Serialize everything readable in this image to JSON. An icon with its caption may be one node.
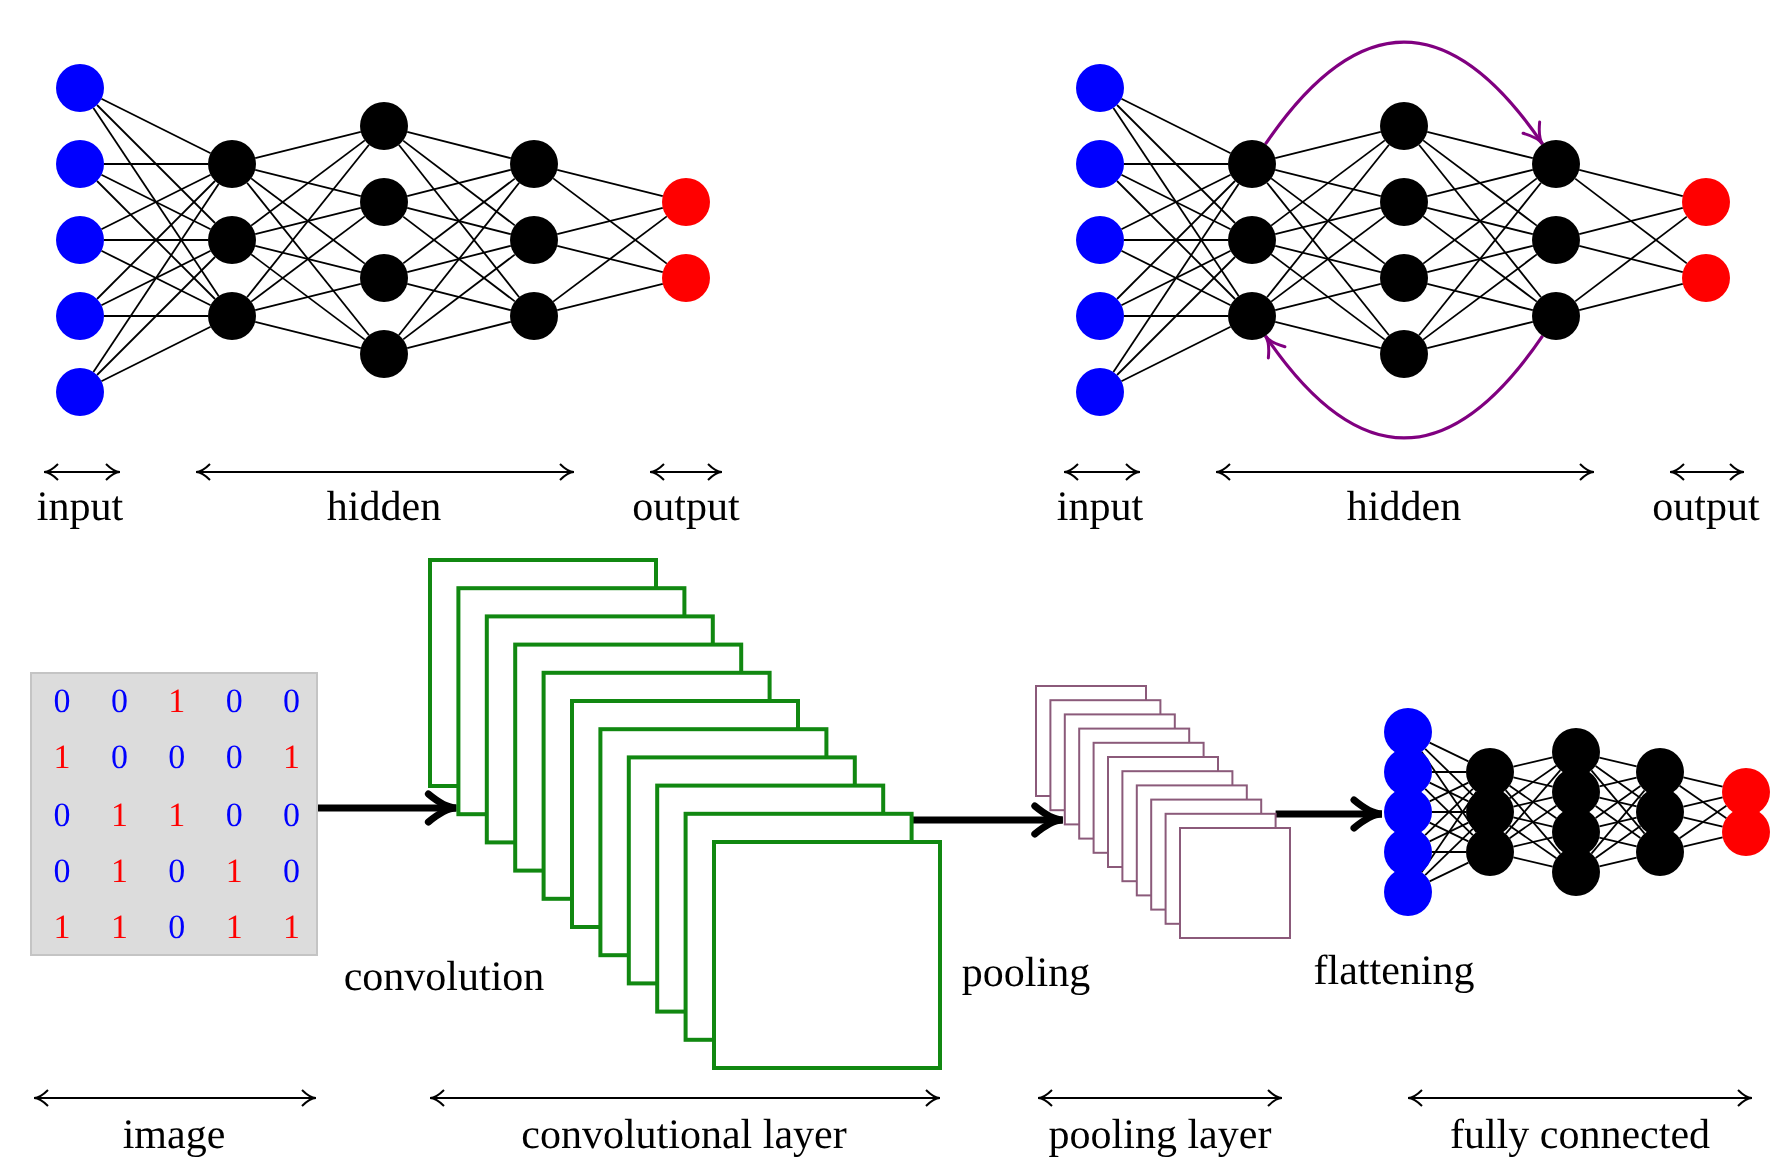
{
  "diagram": {
    "nodes": [
      {
        "text": [],
        "shape": "circle"
      },
      {
        "text": [],
        "shape": "circle"
      },
      {
        "text": [],
        "shape": "circle"
      },
      {
        "text": [],
        "shape": "circle"
      },
      {
        "text": [],
        "shape": "circle"
      },
      {
        "text": [],
        "shape": "circle"
      },
      {
        "text": [],
        "shape": "circle"
      },
      {
        "text": [],
        "shape": "circle"
      },
      {
        "text": [],
        "shape": "circle"
      },
      {
        "text": [],
        "shape": "circle"
      },
      {
        "text": [],
        "shape": "circle"
      },
      {
        "text": [],
        "shape": "circle"
      },
      {
        "text": [],
        "shape": "circle"
      },
      {
        "text": [],
        "shape": "circle"
      },
      {
        "text": [],
        "shape": "circle"
      },
      {
        "text": [],
        "shape": "circle"
      },
      {
        "text": [],
        "shape": "circle"
      },
      {
        "text": [],
        "shape": "circle"
      },
      {
        "text": [],
        "shape": "circle"
      },
      {
        "text": [],
        "shape": "circle"
      },
      {
        "text": [],
        "shape": "circle"
      },
      {
        "text": [],
        "shape": "circle"
      },
      {
        "text": [],
        "shape": "circle"
      },
      {
        "text": [],
        "shape": "circle"
      },
      {
        "text": [],
        "shape": "circle"
      },
      {
        "text": [],
        "shape": "circle"
      },
      {
        "text": [],
        "shape": "circle"
      },
      {
        "text": [],
        "shape": "circle"
      },
      {
        "text": [],
        "shape": "circle"
      },
      {
        "text": [],
        "shape": "circle"
      },
      {
        "text": [],
        "shape": "circle"
      },
      {
        "text": [],
        "shape": "circle"
      },
      {
        "text": [],
        "shape": "circle"
      },
      {
        "text": [],
        "shape": "circle"
      },
      {
        "text": [
          "0",
          "0",
          "1",
          "0",
          "0",
          "1",
          "0",
          "0",
          "0",
          "1",
          "0",
          "1",
          "1",
          "0",
          "0",
          "0",
          "1",
          "0",
          "1",
          "0",
          "1",
          "1",
          "0",
          "1",
          "1"
        ]
      },
      {
        "text": [],
        "shape": "box"
      },
      {
        "text": [],
        "shape": "box"
      },
      {
        "text": [],
        "shape": "circle"
      },
      {
        "text": [],
        "shape": "circle"
      },
      {
        "text": [],
        "shape": "circle"
      },
      {
        "text": [],
        "shape": "circle"
      },
      {
        "text": [],
        "shape": "circle"
      },
      {
        "text": [],
        "shape": "circle"
      },
      {
        "text": [],
        "shape": "circle"
      },
      {
        "text": [],
        "shape": "circle"
      },
      {
        "text": [],
        "shape": "circle"
      },
      {
        "text": [],
        "shape": "circle"
      },
      {
        "text": [],
        "shape": "circle"
      },
      {
        "text": [],
        "shape": "circle"
      },
      {
        "text": [],
        "shape": "circle"
      },
      {
        "text": [],
        "shape": "circle"
      },
      {
        "text": [],
        "shape": "circle"
      },
      {
        "text": [],
        "shape": "circle"
      },
      {
        "text": [],
        "shape": "circle"
      }
    ],
    "edges": [
      {
        "from": 0,
        "to": 5,
        "arrow": "none"
      },
      {
        "from": 0,
        "to": 6,
        "arrow": "none"
      },
      {
        "from": 0,
        "to": 7,
        "arrow": "none"
      },
      {
        "from": 1,
        "to": 5,
        "arrow": "none"
      },
      {
        "from": 1,
        "to": 6,
        "arrow": "none"
      },
      {
        "from": 1,
        "to": 7,
        "arrow": "none"
      },
      {
        "from": 2,
        "to": 5,
        "arrow": "none"
      },
      {
        "from": 2,
        "to": 6,
        "arrow": "none"
      },
      {
        "from": 2,
        "to": 7,
        "arrow": "none"
      },
      {
        "from": 3,
        "to": 5,
        "arrow": "none"
      },
      {
        "from": 3,
        "to": 6,
        "arrow": "none"
      },
      {
        "from": 3,
        "to": 7,
        "arrow": "none"
      },
      {
        "from": 4,
        "to": 5,
        "arrow": "none"
      },
      {
        "from": 4,
        "to": 6,
        "arrow": "none"
      },
      {
        "from": 4,
        "to": 7,
        "arrow": "none"
      },
      {
        "from": 5,
        "to": 8,
        "arrow": "none"
      },
      {
        "from": 5,
        "to": 9,
        "arrow": "none"
      },
      {
        "from": 5,
        "to": 10,
        "arrow": "none"
      },
      {
        "from": 5,
        "to": 11,
        "arrow": "none"
      },
      {
        "from": 6,
        "to": 8,
        "arrow": "none"
      },
      {
        "from": 6,
        "to": 9,
        "arrow": "none"
      },
      {
        "from": 6,
        "to": 10,
        "arrow": "none"
      },
      {
        "from": 6,
        "to": 11,
        "arrow": "none"
      },
      {
        "from": 7,
        "to": 8,
        "arrow": "none"
      },
      {
        "from": 7,
        "to": 9,
        "arrow": "none"
      },
      {
        "from": 7,
        "to": 10,
        "arrow": "none"
      },
      {
        "from": 7,
        "to": 11,
        "arrow": "none"
      },
      {
        "from": 8,
        "to": 12,
        "arrow": "none"
      },
      {
        "from": 8,
        "to": 13,
        "arrow": "none"
      },
      {
        "from": 8,
        "to": 14,
        "arrow": "none"
      },
      {
        "from": 9,
        "to": 12,
        "arrow": "none"
      },
      {
        "from": 9,
        "to": 13,
        "arrow": "none"
      },
      {
        "from": 9,
        "to": 14,
        "arrow": "none"
      },
      {
        "from": 10,
        "to": 12,
        "arrow": "none"
      },
      {
        "from": 10,
        "to": 13,
        "arrow": "none"
      },
      {
        "from": 10,
        "to": 14,
        "arrow": "none"
      },
      {
        "from": 11,
        "to": 12,
        "arrow": "none"
      },
      {
        "from": 11,
        "to": 13,
        "arrow": "none"
      },
      {
        "from": 11,
        "to": 14,
        "arrow": "none"
      },
      {
        "from": 12,
        "to": 15,
        "arrow": "none"
      },
      {
        "from": 12,
        "to": 16,
        "arrow": "none"
      },
      {
        "from": 13,
        "to": 15,
        "arrow": "none"
      },
      {
        "from": 13,
        "to": 16,
        "arrow": "none"
      },
      {
        "from": 14,
        "to": 15,
        "arrow": "none"
      },
      {
        "from": 14,
        "to": 16,
        "arrow": "none"
      },
      {
        "from": 17,
        "to": 22,
        "arrow": "none"
      },
      {
        "from": 17,
        "to": 23,
        "arrow": "none"
      },
      {
        "from": 17,
        "to": 24,
        "arrow": "none"
      },
      {
        "from": 18,
        "to": 22,
        "arrow": "none"
      },
      {
        "from": 18,
        "to": 23,
        "arrow": "none"
      },
      {
        "from": 18,
        "to": 24,
        "arrow": "none"
      },
      {
        "from": 19,
        "to": 22,
        "arrow": "none"
      },
      {
        "from": 19,
        "to": 23,
        "arrow": "none"
      },
      {
        "from": 19,
        "to": 24,
        "arrow": "none"
      },
      {
        "from": 20,
        "to": 22,
        "arrow": "none"
      },
      {
        "from": 20,
        "to": 23,
        "arrow": "none"
      },
      {
        "from": 20,
        "to": 24,
        "arrow": "none"
      },
      {
        "from": 21,
        "to": 22,
        "arrow": "none"
      },
      {
        "from": 21,
        "to": 23,
        "arrow": "none"
      },
      {
        "from": 21,
        "to": 24,
        "arrow": "none"
      },
      {
        "from": 22,
        "to": 25,
        "arrow": "none"
      },
      {
        "from": 22,
        "to": 26,
        "arrow": "none"
      },
      {
        "from": 22,
        "to": 27,
        "arrow": "none"
      },
      {
        "from": 22,
        "to": 28,
        "arrow": "none"
      },
      {
        "from": 23,
        "to": 25,
        "arrow": "none"
      },
      {
        "from": 23,
        "to": 26,
        "arrow": "none"
      },
      {
        "from": 23,
        "to": 27,
        "arrow": "none"
      },
      {
        "from": 23,
        "to": 28,
        "arrow": "none"
      },
      {
        "from": 24,
        "to": 25,
        "arrow": "none"
      },
      {
        "from": 24,
        "to": 26,
        "arrow": "none"
      },
      {
        "from": 24,
        "to": 27,
        "arrow": "none"
      },
      {
        "from": 24,
        "to": 28,
        "arrow": "none"
      },
      {
        "from": 25,
        "to": 29,
        "arrow": "none"
      },
      {
        "from": 25,
        "to": 30,
        "arrow": "none"
      },
      {
        "from": 25,
        "to": 31,
        "arrow": "none"
      },
      {
        "from": 26,
        "to": 29,
        "arrow": "none"
      },
      {
        "from": 26,
        "to": 30,
        "arrow": "none"
      },
      {
        "from": 26,
        "to": 31,
        "arrow": "none"
      },
      {
        "from": 27,
        "to": 29,
        "arrow": "none"
      },
      {
        "from": 27,
        "to": 30,
        "arrow": "none"
      },
      {
        "from": 27,
        "to": 31,
        "arrow": "none"
      },
      {
        "from": 28,
        "to": 29,
        "arrow": "none"
      },
      {
        "from": 28,
        "to": 30,
        "arrow": "none"
      },
      {
        "from": 28,
        "to": 31,
        "arrow": "none"
      },
      {
        "from": 29,
        "to": 32,
        "arrow": "none"
      },
      {
        "from": 29,
        "to": 33,
        "arrow": "none"
      },
      {
        "from": 30,
        "to": 32,
        "arrow": "none"
      },
      {
        "from": 30,
        "to": 33,
        "arrow": "none"
      },
      {
        "from": 31,
        "to": 32,
        "arrow": "none"
      },
      {
        "from": 31,
        "to": 33,
        "arrow": "none"
      },
      {
        "from": 22,
        "to": 29,
        "arrow": "to",
        "color": "#800080"
      },
      {
        "from": 31,
        "to": 24,
        "arrow": "to",
        "color": "#800080"
      },
      {
        "from": 37,
        "to": 42,
        "arrow": "none"
      },
      {
        "from": 37,
        "to": 43,
        "arrow": "none"
      },
      {
        "from": 37,
        "to": 44,
        "arrow": "none"
      },
      {
        "from": 38,
        "to": 42,
        "arrow": "none"
      },
      {
        "from": 38,
        "to": 43,
        "arrow": "none"
      },
      {
        "from": 38,
        "to": 44,
        "arrow": "none"
      },
      {
        "from": 39,
        "to": 42,
        "arrow": "none"
      },
      {
        "from": 39,
        "to": 43,
        "arrow": "none"
      },
      {
        "from": 39,
        "to": 44,
        "arrow": "none"
      },
      {
        "from": 40,
        "to": 42,
        "arrow": "none"
      },
      {
        "from": 40,
        "to": 43,
        "arrow": "none"
      },
      {
        "from": 40,
        "to": 44,
        "arrow": "none"
      },
      {
        "from": 41,
        "to": 42,
        "arrow": "none"
      },
      {
        "from": 41,
        "to": 43,
        "arrow": "none"
      },
      {
        "from": 41,
        "to": 44,
        "arrow": "none"
      },
      {
        "from": 42,
        "to": 45,
        "arrow": "none"
      },
      {
        "from": 42,
        "to": 46,
        "arrow": "none"
      },
      {
        "from": 42,
        "to": 47,
        "arrow": "none"
      },
      {
        "from": 42,
        "to": 48,
        "arrow": "none"
      },
      {
        "from": 43,
        "to": 45,
        "arrow": "none"
      },
      {
        "from": 43,
        "to": 46,
        "arrow": "none"
      },
      {
        "from": 43,
        "to": 47,
        "arrow": "none"
      },
      {
        "from": 43,
        "to": 48,
        "arrow": "none"
      },
      {
        "from": 44,
        "to": 45,
        "arrow": "none"
      },
      {
        "from": 44,
        "to": 46,
        "arrow": "none"
      },
      {
        "from": 44,
        "to": 47,
        "arrow": "none"
      },
      {
        "from": 44,
        "to": 48,
        "arrow": "none"
      },
      {
        "from": 45,
        "to": 49,
        "arrow": "none"
      },
      {
        "from": 45,
        "to": 50,
        "arrow": "none"
      },
      {
        "from": 45,
        "to": 51,
        "arrow": "none"
      },
      {
        "from": 46,
        "to": 49,
        "arrow": "none"
      },
      {
        "from": 46,
        "to": 50,
        "arrow": "none"
      },
      {
        "from": 46,
        "to": 51,
        "arrow": "none"
      },
      {
        "from": 47,
        "to": 49,
        "arrow": "none"
      },
      {
        "from": 47,
        "to": 50,
        "arrow": "none"
      },
      {
        "from": 47,
        "to": 51,
        "arrow": "none"
      },
      {
        "from": 48,
        "to": 49,
        "arrow": "none"
      },
      {
        "from": 48,
        "to": 50,
        "arrow": "none"
      },
      {
        "from": 48,
        "to": 51,
        "arrow": "none"
      },
      {
        "from": 49,
        "to": 52,
        "arrow": "none"
      },
      {
        "from": 49,
        "to": 53,
        "arrow": "none"
      },
      {
        "from": 50,
        "to": 52,
        "arrow": "none"
      },
      {
        "from": 50,
        "to": 53,
        "arrow": "none"
      },
      {
        "from": 51,
        "to": 52,
        "arrow": "none"
      },
      {
        "from": 51,
        "to": 53,
        "arrow": "none"
      },
      {
        "from": 34,
        "to": 35,
        "arrow": "to",
        "label": "convolution",
        "style": "thick"
      },
      {
        "from": 35,
        "to": 36,
        "arrow": "to",
        "label": "pooling",
        "style": "thick"
      },
      {
        "from": 36,
        "to": 39,
        "arrow": "to",
        "label": "flattening",
        "style": "thick"
      }
    ],
    "labels": [
      "input",
      "hidden",
      "output",
      "input",
      "hidden",
      "output",
      "image",
      "convolutional layer",
      "pooling layer",
      "fully connected"
    ]
  }
}
